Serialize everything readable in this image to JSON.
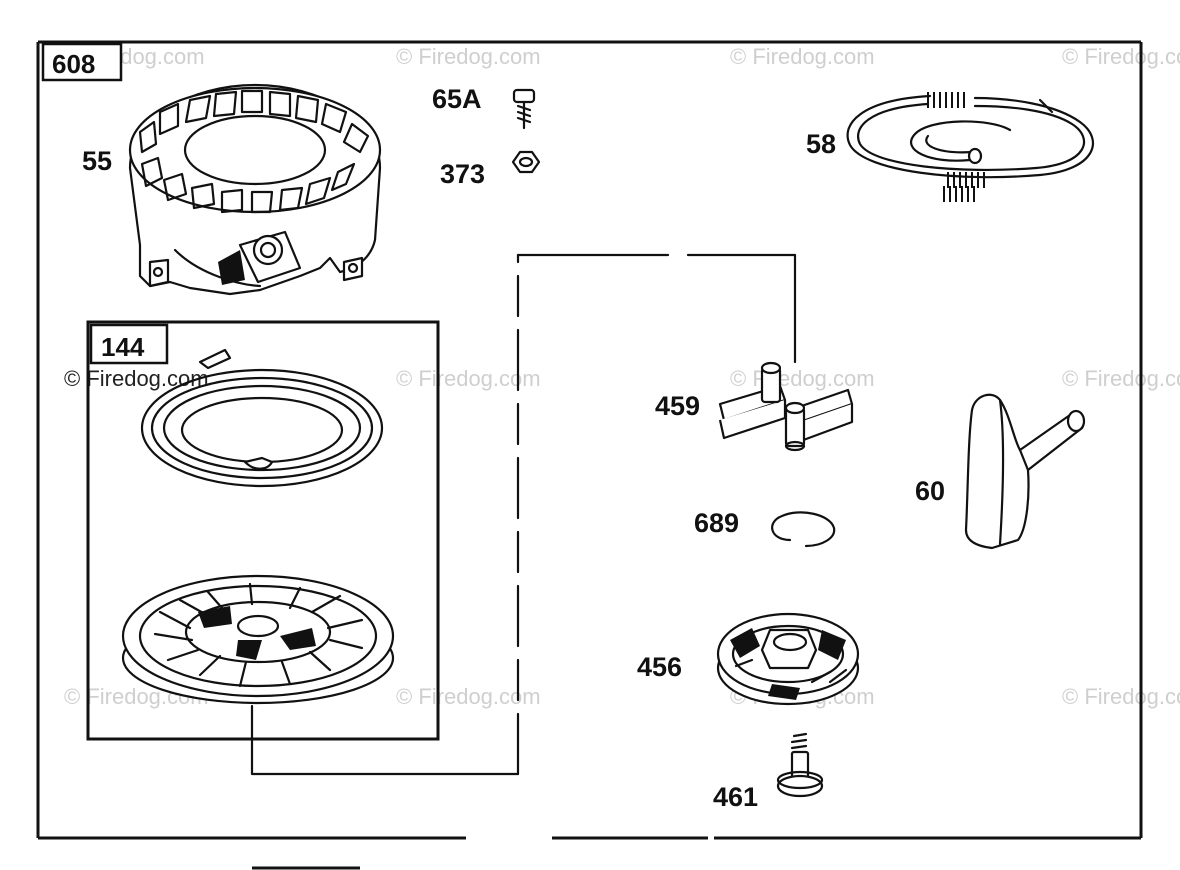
{
  "assembly": {
    "label": "608"
  },
  "subassembly": {
    "label": "144"
  },
  "parts": [
    {
      "id": "55"
    },
    {
      "id": "65A"
    },
    {
      "id": "373"
    },
    {
      "id": "58"
    },
    {
      "id": "459"
    },
    {
      "id": "60"
    },
    {
      "id": "689"
    },
    {
      "id": "456"
    },
    {
      "id": "461"
    }
  ],
  "watermark": {
    "text": "© Firedog.com"
  }
}
